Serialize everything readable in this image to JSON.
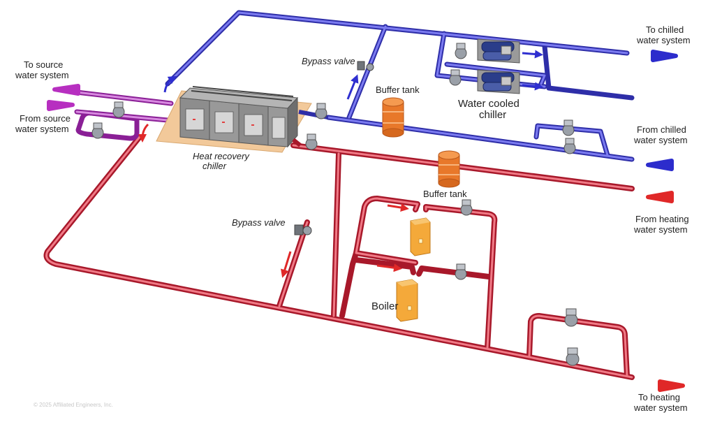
{
  "labels": {
    "to_chilled": [
      "To chilled",
      "water system"
    ],
    "from_chilled": [
      "From chilled",
      "water system"
    ],
    "from_heating": [
      "From heating",
      "water system"
    ],
    "to_heating": [
      "To heating",
      "water system"
    ],
    "to_source": [
      "To source",
      "water system"
    ],
    "from_source": [
      "From source",
      "water system"
    ],
    "bypass_top": "Bypass valve",
    "bypass_bottom": "Bypass valve",
    "buffer_top": "Buffer tank",
    "buffer_bottom": "Buffer tank",
    "water_cooled": [
      "Water cooled",
      "chiller"
    ],
    "heat_recovery": [
      "Heat recovery",
      "chiller"
    ],
    "boiler": "Boiler",
    "copyright": "© 2025 Affiliated Engineers, Inc."
  },
  "colors": {
    "chilled_pipe": "#3b3bc8",
    "chilled_pipe_light": "#7b7bf0",
    "heating_pipe": "#d1283a",
    "heating_pipe_light": "#f07a86",
    "source_pipe": "#a72fb0",
    "source_pipe_light": "#d88ae0",
    "tank": "#e8782a",
    "boiler": "#f4a93a",
    "pad": "#f2c99a",
    "chiller_unit": "#8a8a8a"
  }
}
